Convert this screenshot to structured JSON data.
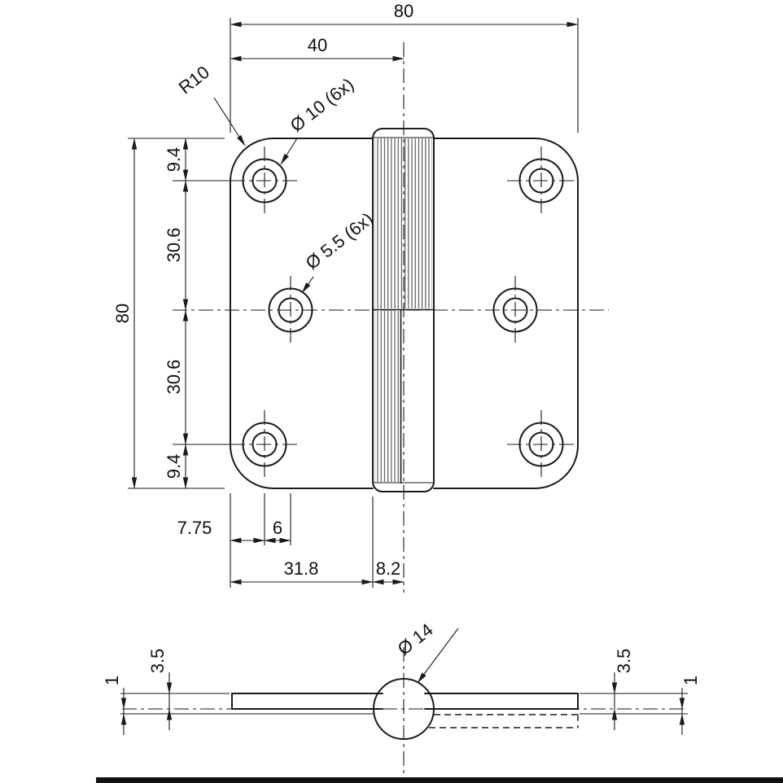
{
  "colors": {
    "line": "#1a1a1a",
    "background": "#ffffff"
  },
  "top_view": {
    "dim_overall_width": "80",
    "dim_half_width": "40",
    "radius_label": "R10",
    "hole_large_label": "Ø 10 (6x)",
    "hole_small_label": "Ø 5.5 (6x)",
    "dim_overall_height": "80",
    "dim_top_margin": "9.4",
    "dim_row_spacing_upper": "30.6",
    "dim_row_spacing_lower": "30.6",
    "dim_bottom_margin": "9.4",
    "dim_edge_to_hole": "7.75",
    "dim_hole_offset": "6",
    "dim_leaf_width": "31.8",
    "dim_barrel_offset": "8.2"
  },
  "side_view": {
    "dim_thickness_left": "3.5",
    "dim_gap_left": "1",
    "knuckle_label": "Ø 14",
    "dim_thickness_right": "3.5",
    "dim_gap_right": "1"
  }
}
